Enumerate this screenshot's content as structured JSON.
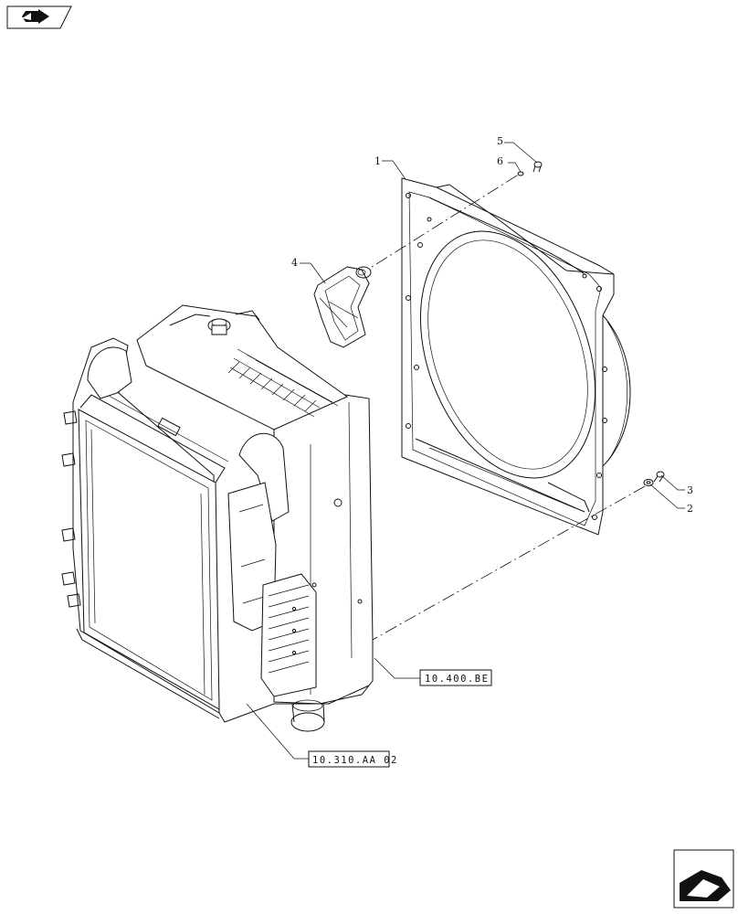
{
  "callouts": {
    "c1": "1",
    "c2": "2",
    "c3": "3",
    "c4": "4",
    "c5": "5",
    "c6": "6"
  },
  "references": {
    "ref_radiator": "10.400.BE",
    "ref_cooler": "10.310.AA 02"
  },
  "icons": {
    "top_left": "previous-page-arrow-icon",
    "bottom_right": "next-page-arrow-icon"
  }
}
